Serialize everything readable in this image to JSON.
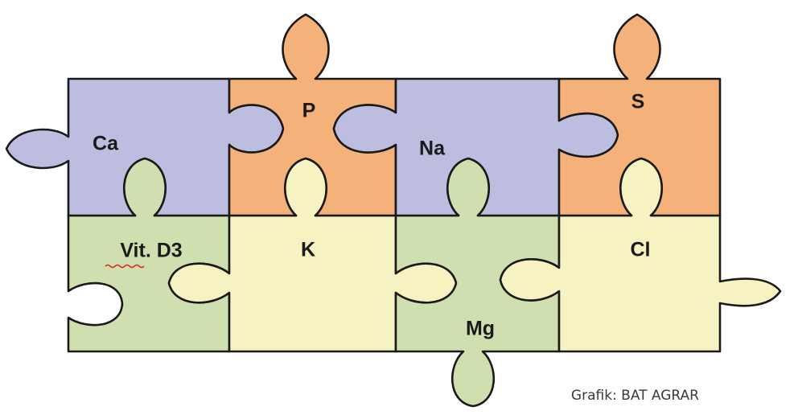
{
  "pieces": [
    {
      "id": "ca",
      "label": "Ca",
      "color": "#bcbddf"
    },
    {
      "id": "p",
      "label": "P",
      "color": "#f4b27a"
    },
    {
      "id": "na",
      "label": "Na",
      "color": "#bcbddf"
    },
    {
      "id": "s",
      "label": "S",
      "color": "#f4b27a"
    },
    {
      "id": "vitd3",
      "label": "Vit. D3",
      "color": "#cfdfb0"
    },
    {
      "id": "k",
      "label": "K",
      "color": "#f7f2c2"
    },
    {
      "id": "mg",
      "label": "Mg",
      "color": "#cfdfb0"
    },
    {
      "id": "cl",
      "label": "Cl",
      "color": "#f7f2c2"
    }
  ],
  "spellcheck_color": "#e0301e",
  "credit": "Grafik: BAT AGRAR"
}
